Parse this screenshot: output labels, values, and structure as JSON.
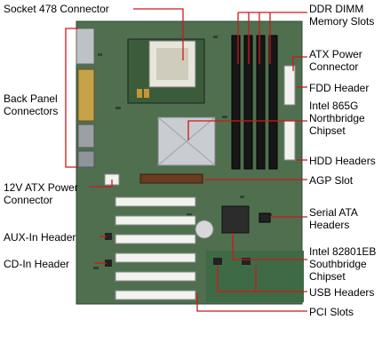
{
  "labels": {
    "socket": [
      "Socket 478 Connector"
    ],
    "ddr": [
      "DDR DIMM",
      "Memory Slots"
    ],
    "atx_power": [
      "ATX Power",
      "Connector"
    ],
    "fdd_header": [
      "FDD Header"
    ],
    "northbridge": [
      "Intel 865G",
      "Northbridge",
      "Chipset"
    ],
    "back_panel": [
      "Back Panel",
      "Connectors"
    ],
    "hdd_headers": [
      "HDD Headers"
    ],
    "atx12v": [
      "12V ATX Power",
      "Connector"
    ],
    "agp_slot": [
      "AGP Slot"
    ],
    "serial_ata": [
      "Serial ATA",
      "Headers"
    ],
    "aux_in": [
      "AUX-In Header"
    ],
    "cd_in": [
      "CD-In Header"
    ],
    "southbridge": [
      "Intel 82801EB",
      "Southbridge",
      "Chipset"
    ],
    "usb_headers": [
      "USB Headers"
    ],
    "pci_slots": [
      "PCI Slots"
    ]
  },
  "colors": {
    "callout_line": "#d01818",
    "pcb_green": "#4f6f4f",
    "slot_white": "#f2f2ee",
    "dimm_black": "#161616",
    "heatsink": "#c9ccd0"
  }
}
